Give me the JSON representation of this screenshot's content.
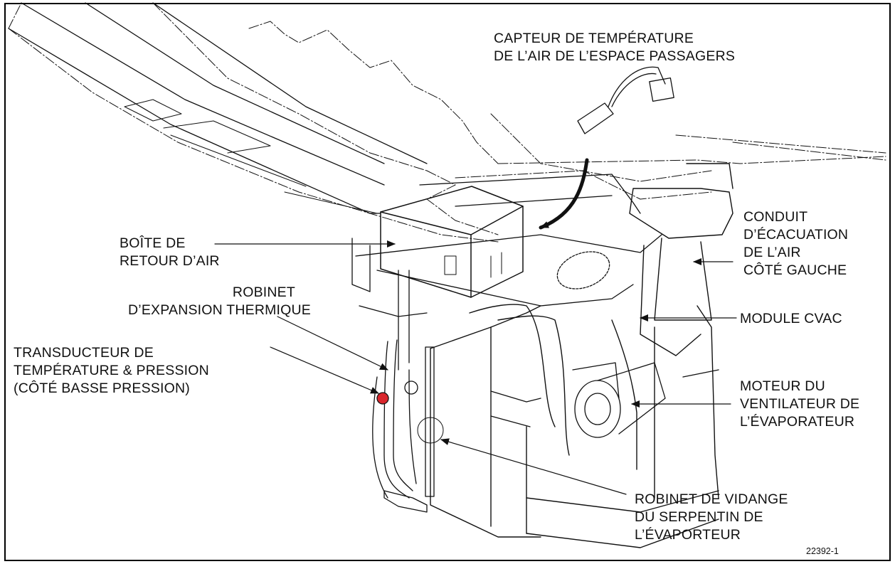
{
  "labels": {
    "sensor": [
      "CAPTEUR DE TEMPÉRATURE",
      "DE L’AIR DE L’ESPACE PASSAGERS"
    ],
    "return_box": [
      "BOÎTE DE",
      "RETOUR D’AIR"
    ],
    "expansion_valve": [
      "ROBINET",
      "D’EXPANSION THERMIQUE"
    ],
    "transducer": [
      "TRANSDUCTEUR DE",
      "TEMPÉRATURE & PRESSION",
      "(CÔTÉ BASSE PRESSION)"
    ],
    "exhaust_duct": [
      "CONDUIT",
      "D’ÉCACUATION",
      "DE L’AIR",
      "CÔTÉ GAUCHE"
    ],
    "hvac_module": [
      "MODULE CVAC"
    ],
    "fan_motor": [
      "MOTEUR DU",
      "VENTILATEUR DE",
      "L’ÉVAPORATEUR"
    ],
    "drain_valve": [
      "ROBINET DE VIDANGE",
      "DU SERPENTIN DE",
      "L’ÉVAPORTEUR"
    ]
  },
  "figure_number": "22392-1",
  "colors": {
    "line": "#111111",
    "highlight": "#d9262c"
  }
}
